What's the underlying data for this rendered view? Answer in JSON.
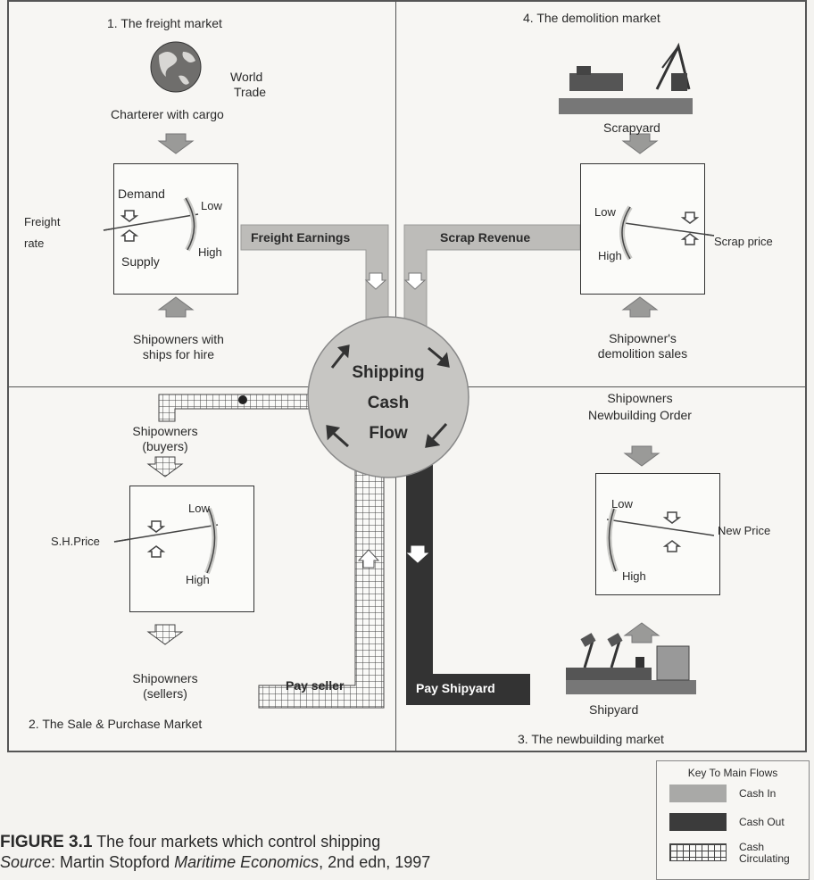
{
  "quadrants": {
    "freight": {
      "title": "1. The freight market",
      "world_trade": [
        "World",
        "Trade"
      ],
      "top_label": "Charterer with cargo",
      "demand": "Demand",
      "supply": "Supply",
      "low": "Low",
      "high": "High",
      "rate": [
        "Freight",
        "rate"
      ],
      "bottom_label": [
        "Shipowners with",
        "ships for hire"
      ],
      "flow": "Freight Earnings"
    },
    "demolition": {
      "title": "4. The demolition market",
      "top_label": "Scrapyard",
      "low": "Low",
      "high": "High",
      "price": "Scrap price",
      "bottom_label": [
        "Shipowner's",
        "demolition sales"
      ],
      "flow": "Scrap Revenue"
    },
    "sale": {
      "title": "2. The Sale & Purchase Market",
      "top_label": [
        "Shipowners",
        "(buyers)"
      ],
      "low": "Low",
      "high": "High",
      "price": "S.H.Price",
      "bottom_label": [
        "Shipowners",
        "(sellers)"
      ],
      "flow": "Pay seller"
    },
    "newbuilding": {
      "title": "3. The newbuilding market",
      "top_label": [
        "Shipowners",
        "Newbuilding Order"
      ],
      "low": "Low",
      "high": "High",
      "price": "New Price",
      "bottom_label": "Shipyard",
      "flow": "Pay Shipyard"
    }
  },
  "center": [
    "Shipping",
    "Cash",
    "Flow"
  ],
  "caption": {
    "label": "FIGURE 3.1",
    "text": "The four markets which control shipping",
    "source_prefix": "Source",
    "source_rest": ": Martin Stopford ",
    "source_title": "Maritime Economics",
    "source_tail": ", 2nd edn, 1997"
  },
  "key": {
    "title": "Key To Main Flows",
    "items": [
      {
        "label": "Cash In",
        "color": "#a9a9a7"
      },
      {
        "label": "Cash Out",
        "color": "#3b3b3b"
      },
      {
        "label": "Cash Circulating",
        "color": "grid"
      }
    ]
  },
  "colors": {
    "cash_in": "#bdbcb9",
    "cash_out": "#333333",
    "circle": "#c7c6c3",
    "arrow": "#9a9a98"
  }
}
